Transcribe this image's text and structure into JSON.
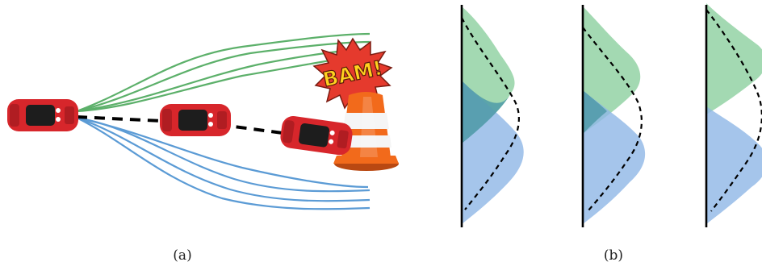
{
  "panel_a": {
    "caption": "(a)",
    "burst_text": "BAM!",
    "colors": {
      "upper_trajectories": "#5cb06a",
      "lower_trajectories": "#5b9bd5",
      "mean_path": "#000000",
      "car_body": "#d7262b",
      "cone": "#f26a1b"
    },
    "icons": [
      "car-icon",
      "traffic-cone-icon",
      "bam-burst-icon"
    ]
  },
  "panel_b": {
    "caption": "(b)",
    "colors": {
      "upper_mode": "#8ccf9f",
      "lower_mode": "#8fb7e6",
      "overlap": "#4f9aa8",
      "dashed_fit": "#000000"
    },
    "plots": [
      {
        "id": "density-plot-1",
        "separation": "overlapping"
      },
      {
        "id": "density-plot-2",
        "separation": "partially-overlapping"
      },
      {
        "id": "density-plot-3",
        "separation": "separated"
      }
    ]
  }
}
